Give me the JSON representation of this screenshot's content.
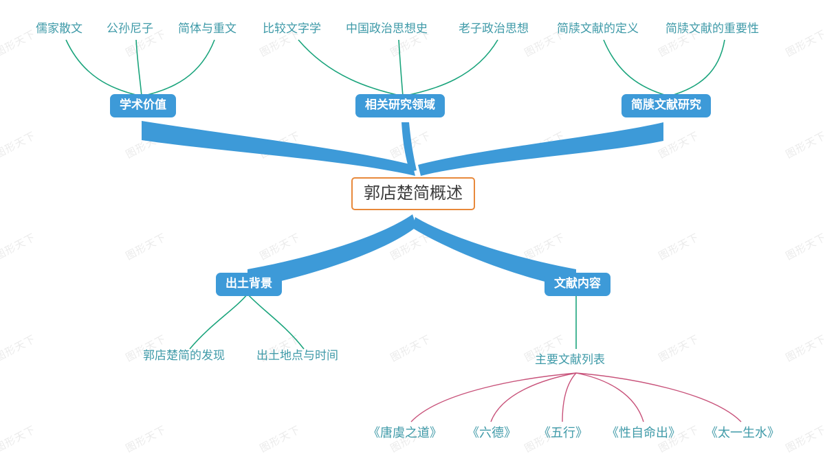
{
  "diagram": {
    "type": "mind-map",
    "watermark_text": "图形天下",
    "colors": {
      "root_border": "#e8883a",
      "branch_blue": "#3d9ad8",
      "branch_green": "#1aa47c",
      "branch_pink": "#c8527a",
      "leaf_text": "#3f9aa8",
      "node_blue_fill": "#3d9ad8",
      "root_text": "#3c3c3c",
      "background": "#ffffff"
    },
    "root": {
      "label": "郭店楚简概述"
    },
    "branches": [
      {
        "id": "academic-value",
        "label": "学术价值",
        "children": [
          {
            "label": "儒家散文"
          },
          {
            "label": "公孙尼子"
          },
          {
            "label": "简体与重文"
          }
        ]
      },
      {
        "id": "related-research-fields",
        "label": "相关研究领域",
        "children": [
          {
            "label": "比较文字学"
          },
          {
            "label": "中国政治思想史"
          },
          {
            "label": "老子政治思想"
          }
        ]
      },
      {
        "id": "bamboo-slip-document-research",
        "label": "简牍文献研究",
        "children": [
          {
            "label": "简牍文献的定义"
          },
          {
            "label": "简牍文献的重要性"
          }
        ]
      },
      {
        "id": "excavation-background",
        "label": "出土背景",
        "children": [
          {
            "label": "郭店楚简的发现"
          },
          {
            "label": "出土地点与时间"
          }
        ]
      },
      {
        "id": "document-contents",
        "label": "文献内容",
        "children": [
          {
            "label": "主要文献列表",
            "children": [
              {
                "label": "《唐虞之道》"
              },
              {
                "label": "《六德》"
              },
              {
                "label": "《五行》"
              },
              {
                "label": "《性自命出》"
              },
              {
                "label": "《太一生水》"
              }
            ]
          }
        ]
      }
    ]
  }
}
